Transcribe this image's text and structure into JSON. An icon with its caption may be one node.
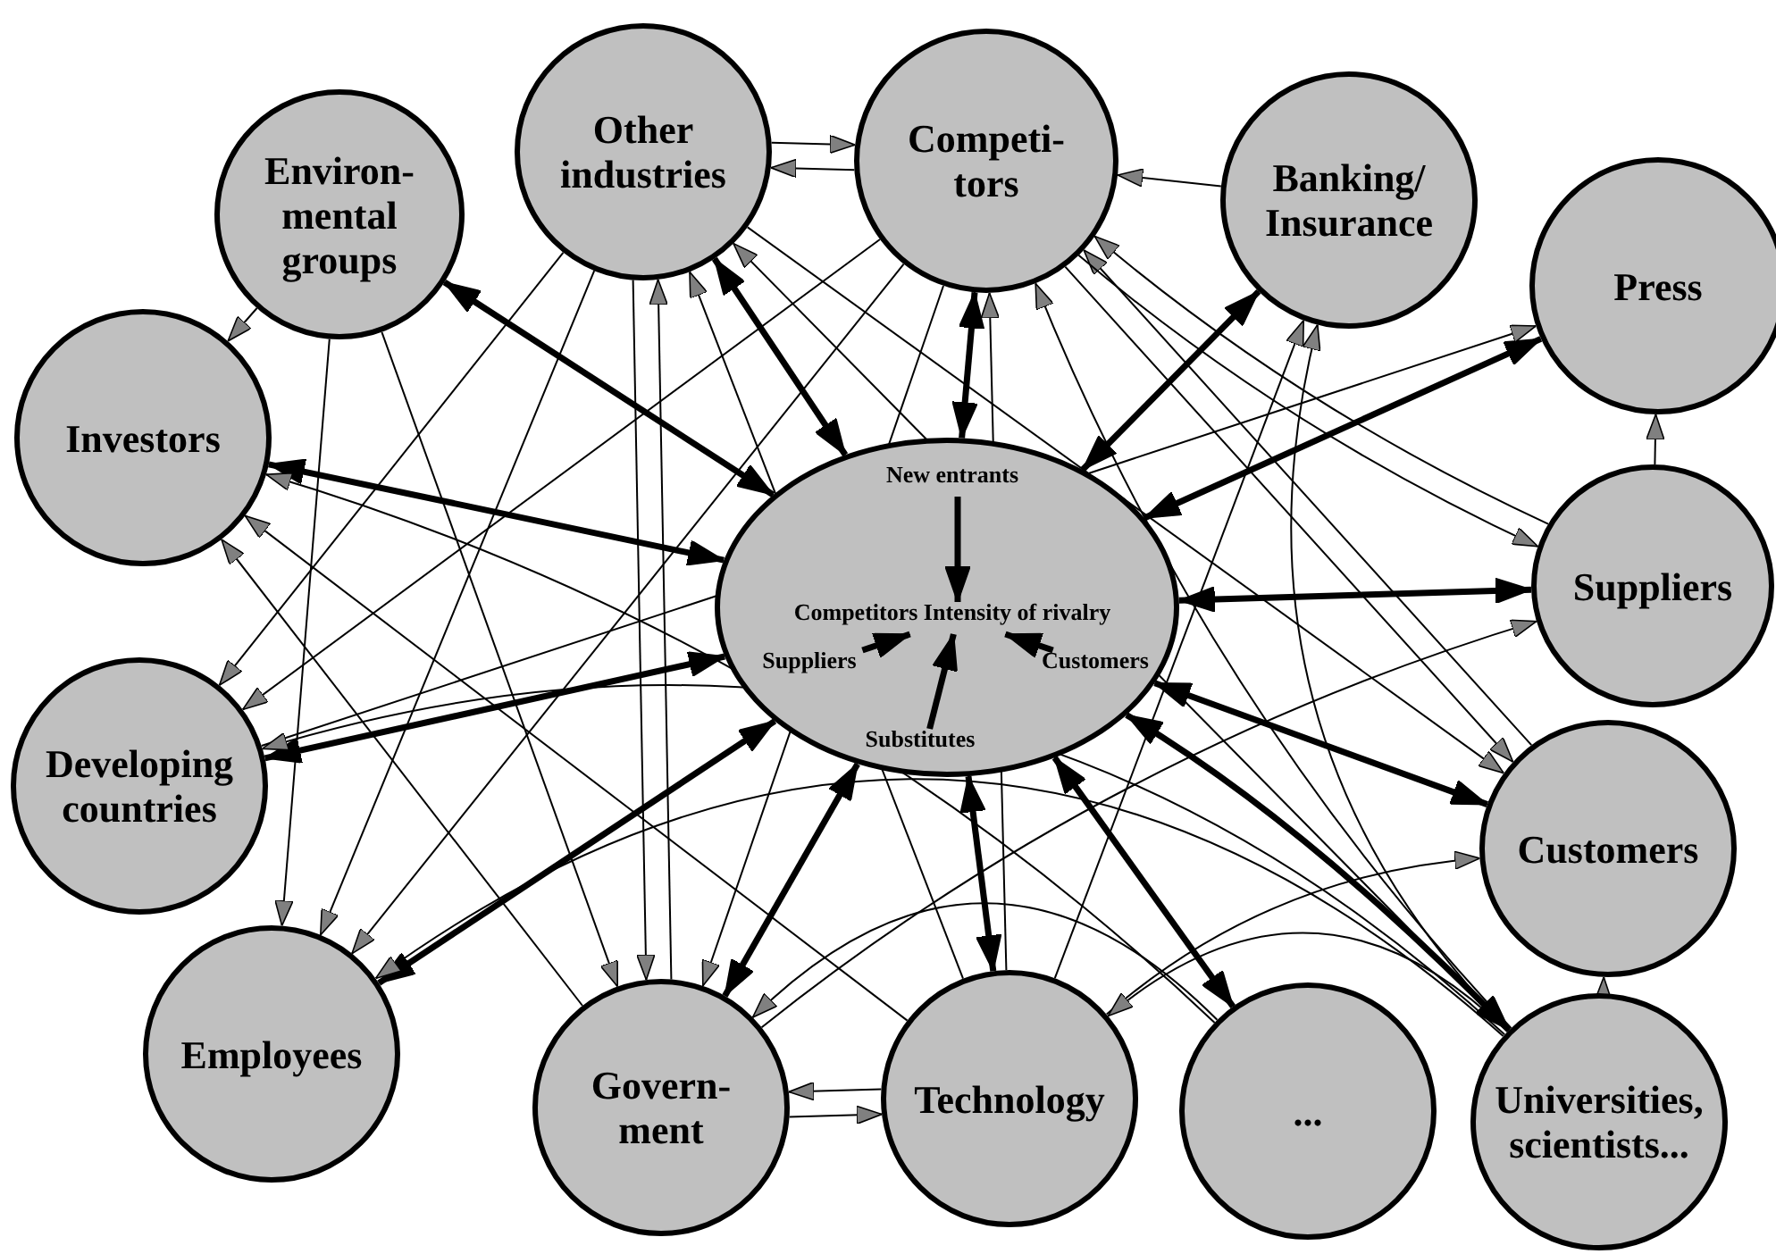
{
  "diagram": {
    "nodes": [
      {
        "text": [
          "Environ- mental groups"
        ]
      },
      {
        "text": [
          "Other industries"
        ]
      },
      {
        "text": [
          "Competi- tors"
        ]
      },
      {
        "text": [
          "Banking/ Insurance"
        ]
      },
      {
        "text": [
          "Press"
        ]
      },
      {
        "text": [
          "Investors"
        ]
      },
      {
        "text": [
          "Suppliers"
        ]
      },
      {
        "text": [
          "Developing countries"
        ]
      },
      {
        "text": [
          "Customers"
        ]
      },
      {
        "text": [
          "Employees"
        ]
      },
      {
        "text": [
          "Govern- ment"
        ]
      },
      {
        "text": [
          "Technology"
        ]
      },
      {
        "text": [
          "..."
        ]
      },
      {
        "text": [
          "Universities, scientists..."
        ]
      },
      {
        "text": [],
        "shape": "ellipse"
      },
      {
        "text": [
          "New entrants"
        ],
        "in": 14
      },
      {
        "text": [
          "Competitors Intensity of rivalry"
        ],
        "in": 14
      },
      {
        "text": [
          "Suppliers"
        ],
        "in": 14
      },
      {
        "text": [
          "Customers"
        ],
        "in": 14
      },
      {
        "text": [
          "Substitutes"
        ],
        "in": 14
      }
    ],
    "edges": [
      {
        "from": 14,
        "to": 0,
        "arrow": "both",
        "style": "thick"
      },
      {
        "from": 14,
        "to": 1,
        "arrow": "both",
        "style": "thick"
      },
      {
        "from": 14,
        "to": 2,
        "arrow": "both",
        "style": "thick"
      },
      {
        "from": 14,
        "to": 3,
        "arrow": "both",
        "style": "thick"
      },
      {
        "from": 14,
        "to": 4,
        "arrow": "both",
        "style": "thick"
      },
      {
        "from": 14,
        "to": 5,
        "arrow": "both",
        "style": "thick"
      },
      {
        "from": 14,
        "to": 6,
        "arrow": "both",
        "style": "thick"
      },
      {
        "from": 14,
        "to": 7,
        "arrow": "both",
        "style": "thick"
      },
      {
        "from": 14,
        "to": 8,
        "arrow": "both",
        "style": "thick"
      },
      {
        "from": 14,
        "to": 9,
        "arrow": "both",
        "style": "thick"
      },
      {
        "from": 14,
        "to": 10,
        "arrow": "both",
        "style": "thick"
      },
      {
        "from": 14,
        "to": 11,
        "arrow": "both",
        "style": "thick"
      },
      {
        "from": 14,
        "to": 12,
        "arrow": "both",
        "style": "thick"
      },
      {
        "from": 14,
        "to": 13,
        "arrow": "both",
        "style": "thick"
      },
      {
        "from": 15,
        "to": 16,
        "arrow": "to",
        "style": "thick"
      },
      {
        "from": 17,
        "to": 16,
        "arrow": "to",
        "style": "thick"
      },
      {
        "from": 18,
        "to": 16,
        "arrow": "to",
        "style": "thick"
      },
      {
        "from": 19,
        "to": 16,
        "arrow": "to",
        "style": "thick"
      },
      {
        "from": 0,
        "to": 5,
        "arrow": "to"
      },
      {
        "from": 1,
        "to": 2,
        "arrow": "to"
      },
      {
        "from": 2,
        "to": 1,
        "arrow": "to"
      },
      {
        "from": 3,
        "to": 2,
        "arrow": "to"
      },
      {
        "from": 10,
        "to": 1,
        "arrow": "to"
      },
      {
        "from": 11,
        "to": 1,
        "arrow": "to"
      },
      {
        "from": 13,
        "to": 1,
        "arrow": "to"
      },
      {
        "from": 11,
        "to": 2,
        "arrow": "to"
      },
      {
        "from": 8,
        "to": 2,
        "arrow": "to"
      },
      {
        "from": 13,
        "to": 2,
        "arrow": "to"
      },
      {
        "from": 6,
        "to": 2,
        "arrow": "to"
      },
      {
        "from": 11,
        "to": 3,
        "arrow": "to"
      },
      {
        "from": 13,
        "to": 3,
        "arrow": "to"
      },
      {
        "from": 7,
        "to": 4,
        "arrow": "to"
      },
      {
        "from": 6,
        "to": 4,
        "arrow": "to"
      },
      {
        "from": 2,
        "to": 6,
        "arrow": "to"
      },
      {
        "from": 10,
        "to": 6,
        "arrow": "to"
      },
      {
        "from": 2,
        "to": 8,
        "arrow": "to"
      },
      {
        "from": 1,
        "to": 8,
        "arrow": "to"
      },
      {
        "from": 11,
        "to": 8,
        "arrow": "to"
      },
      {
        "from": 13,
        "to": 8,
        "arrow": "to"
      },
      {
        "from": 1,
        "to": 7,
        "arrow": "to"
      },
      {
        "from": 2,
        "to": 7,
        "arrow": "to"
      },
      {
        "from": 13,
        "to": 7,
        "arrow": "to"
      },
      {
        "from": 0,
        "to": 9,
        "arrow": "to"
      },
      {
        "from": 1,
        "to": 9,
        "arrow": "to"
      },
      {
        "from": 2,
        "to": 9,
        "arrow": "to"
      },
      {
        "from": 13,
        "to": 9,
        "arrow": "to"
      },
      {
        "from": 0,
        "to": 10,
        "arrow": "to"
      },
      {
        "from": 1,
        "to": 10,
        "arrow": "to"
      },
      {
        "from": 2,
        "to": 10,
        "arrow": "to"
      },
      {
        "from": 11,
        "to": 10,
        "arrow": "to"
      },
      {
        "from": 12,
        "to": 10,
        "arrow": "to"
      },
      {
        "from": 13,
        "to": 11,
        "arrow": "to"
      },
      {
        "from": 10,
        "to": 11,
        "arrow": "to"
      },
      {
        "from": 10,
        "to": 5,
        "arrow": "to"
      },
      {
        "from": 11,
        "to": 5,
        "arrow": "to"
      },
      {
        "from": 12,
        "to": 5,
        "arrow": "to"
      }
    ]
  }
}
